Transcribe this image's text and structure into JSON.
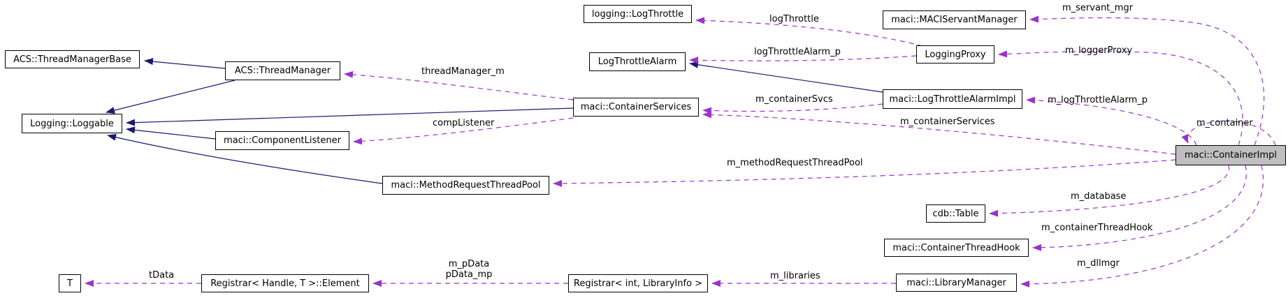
{
  "diagram": {
    "type": "collaboration-graph",
    "highlighted_node": "maci::ContainerImpl",
    "nodes": {
      "log_throttle": {
        "label": "logging::LogThrottle"
      },
      "maci_servant_manager": {
        "label": "maci::MACIServantManager"
      },
      "log_throttle_alarm": {
        "label": "LogThrottleAlarm"
      },
      "logging_proxy": {
        "label": "LoggingProxy"
      },
      "acs_thread_manager_base": {
        "label": "ACS::ThreadManagerBase"
      },
      "acs_thread_manager": {
        "label": "ACS::ThreadManager"
      },
      "log_throttle_alarm_impl": {
        "label": "maci::LogThrottleAlarmImpl"
      },
      "container_services": {
        "label": "maci::ContainerServices"
      },
      "loggable": {
        "label": "Logging::Loggable"
      },
      "component_listener": {
        "label": "maci::ComponentListener"
      },
      "container_impl": {
        "label": "maci::ContainerImpl"
      },
      "method_request_thread_pool": {
        "label": "maci::MethodRequestThreadPool"
      },
      "cdb_table": {
        "label": "cdb::Table"
      },
      "container_thread_hook": {
        "label": "maci::ContainerThreadHook"
      },
      "t": {
        "label": "T"
      },
      "registrar_element": {
        "label": "Registrar< Handle, T >::Element"
      },
      "registrar_int_libraryinfo": {
        "label": "Registrar< int, LibraryInfo >"
      },
      "library_manager": {
        "label": "maci::LibraryManager"
      }
    },
    "edge_labels": {
      "log_throttle": "logThrottle",
      "m_servant_mgr": "m_servant_mgr",
      "log_throttle_alarm_p": "logThrottleAlarm_p",
      "m_logger_proxy": "m_loggerProxy",
      "thread_manager_m": "threadManager_m",
      "m_container_svcs": "m_containerSvcs",
      "m_log_throttle_alarm_p": "m_logThrottleAlarm_p",
      "comp_listener": "compListener",
      "m_container_services": "m_containerServices",
      "m_container": "m_container",
      "m_method_request_thread_pool": "m_methodRequestThreadPool",
      "m_database": "m_database",
      "m_container_thread_hook": "m_containerThreadHook",
      "m_dllmgr": "m_dllmgr",
      "m_libraries": "m_libraries",
      "t_data": "tData",
      "m_p_data": "m_pData",
      "p_data_mp": "pData_mp"
    },
    "colors": {
      "inheritance_edge": "#191970",
      "usage_edge": "#9a32cd",
      "node_border": "#000000",
      "node_fill": "#ffffff",
      "highlight_fill": "#bfbfbf",
      "text": "#000000"
    }
  }
}
